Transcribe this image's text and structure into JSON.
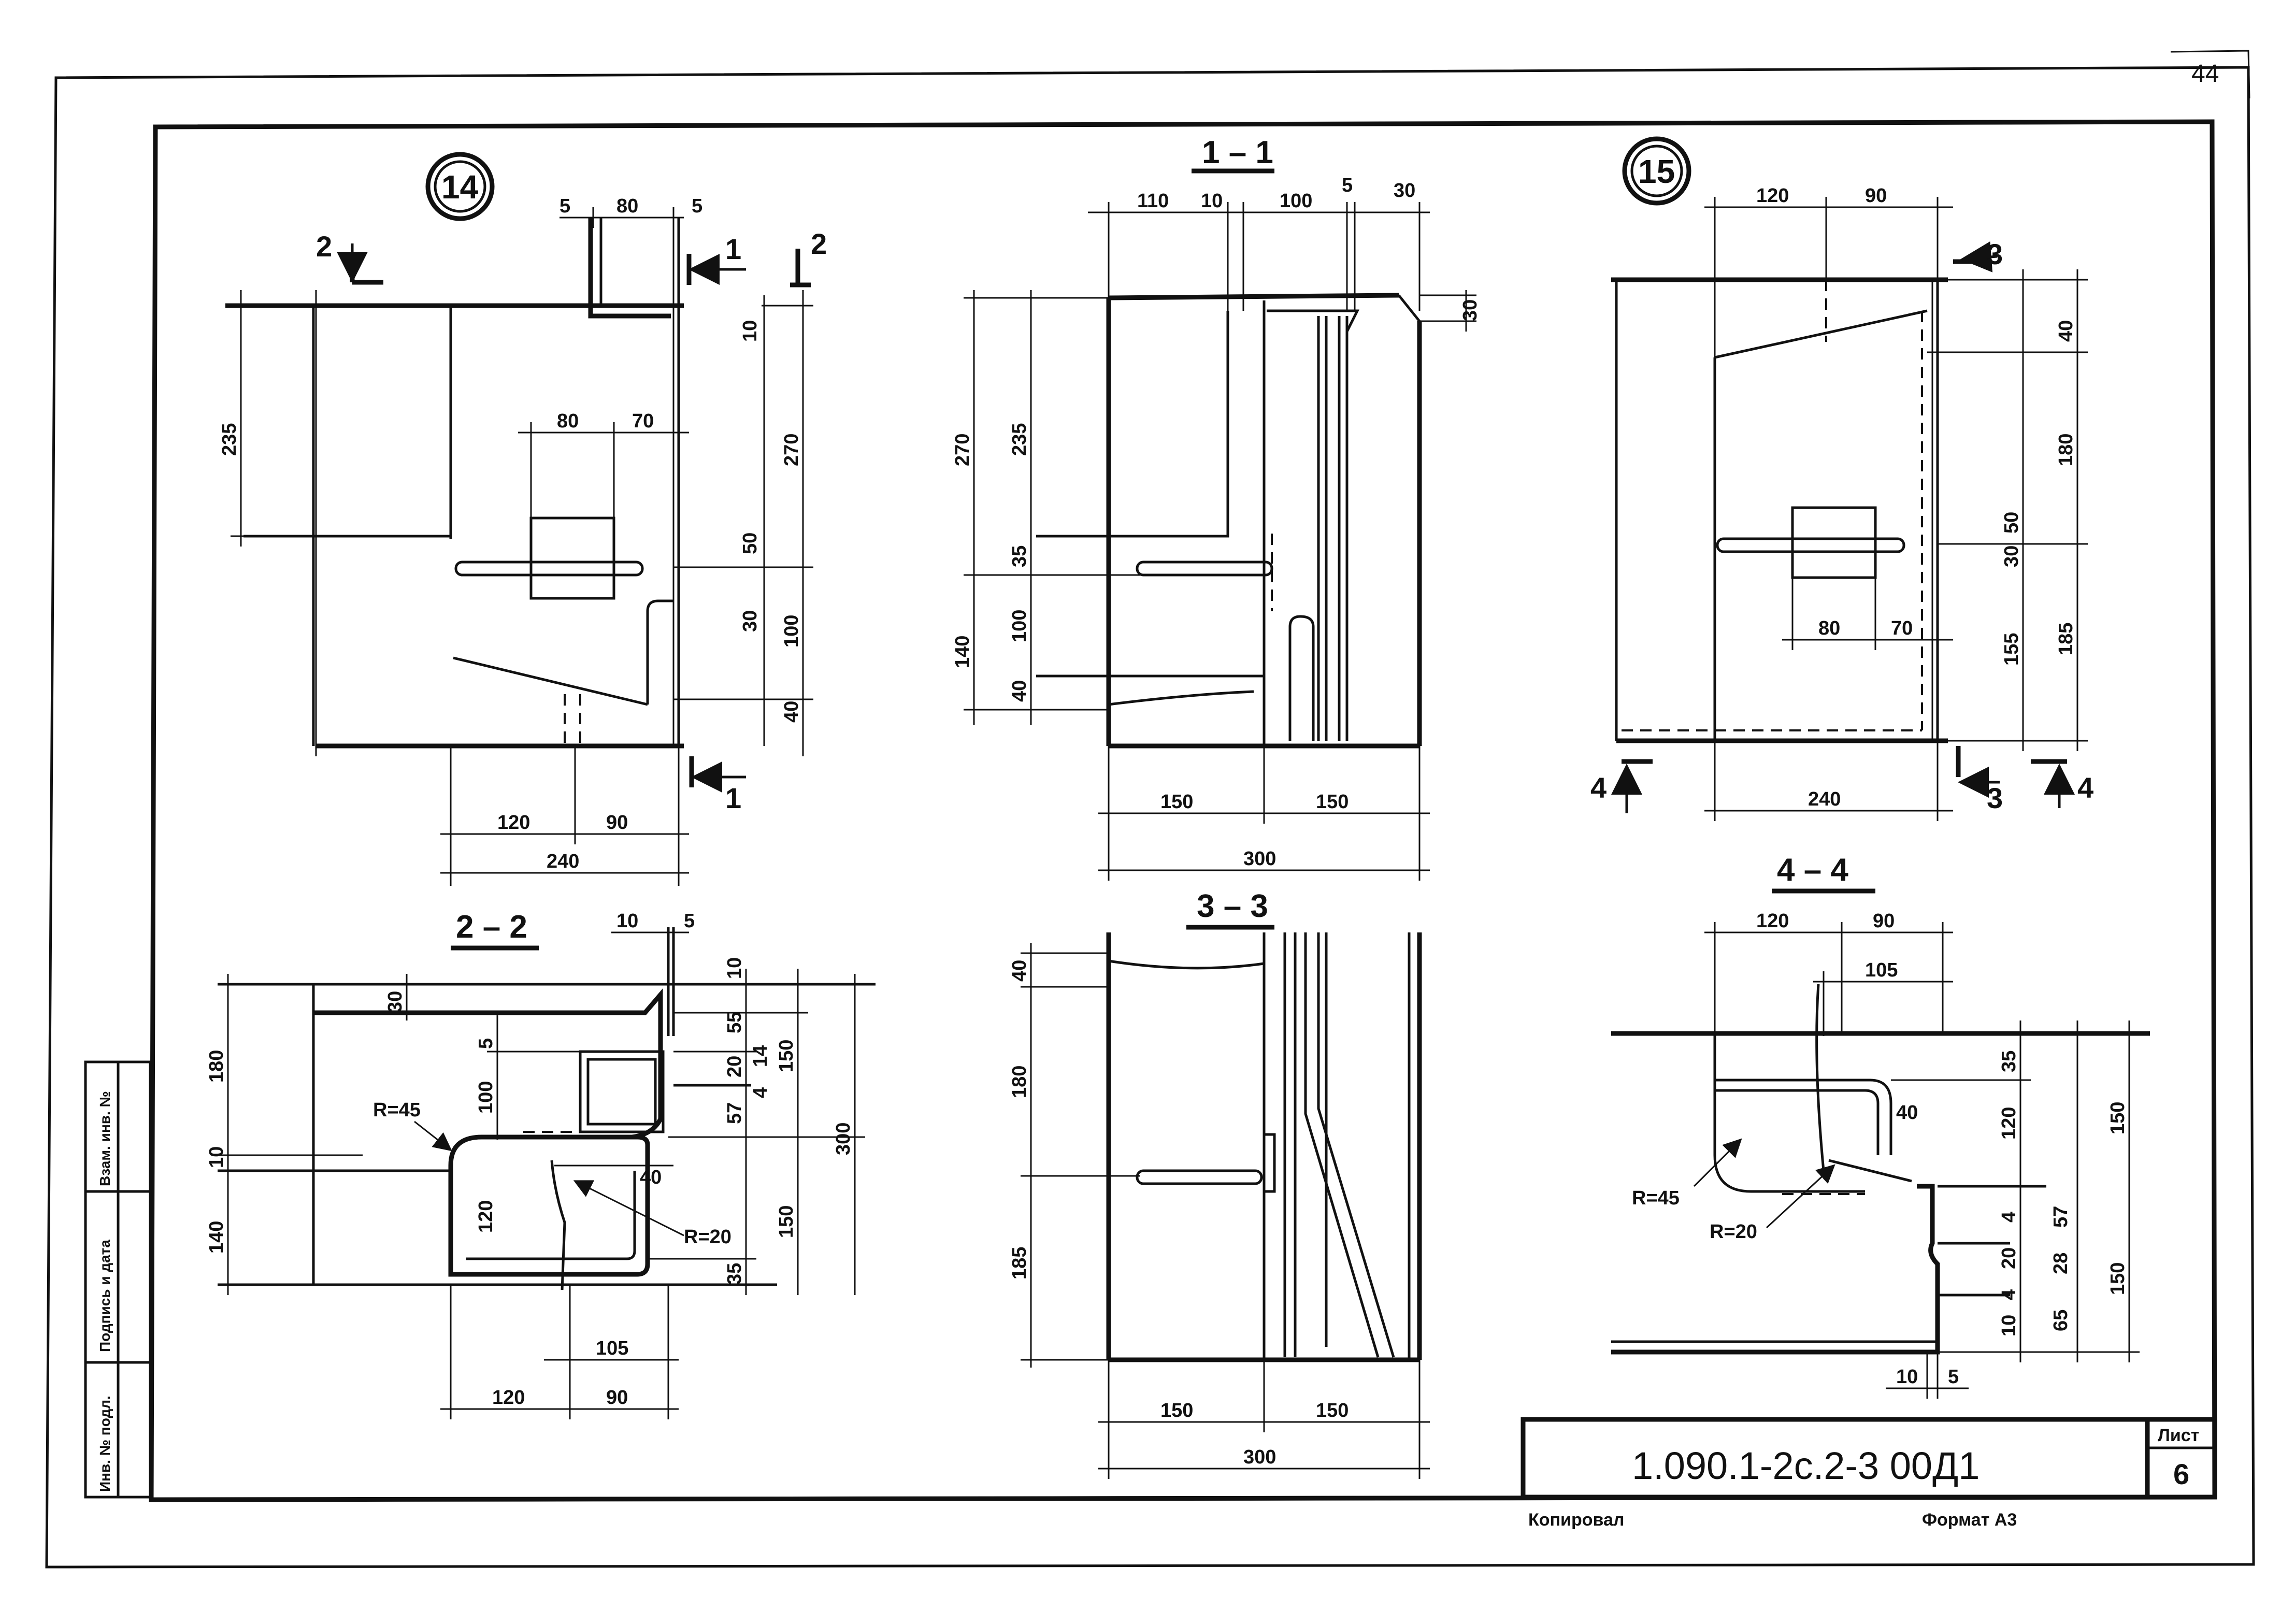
{
  "page_number": "44",
  "drawing_code": "1.090.1-2с.2-3   00Д1",
  "sheet_label": "Лист",
  "sheet_number": "6",
  "copied_label": "Копировал",
  "format_label": "Формат А3",
  "stamp_fields": [
    "Инв. № подл.",
    "Подпись и дата",
    "Взам. инв. №"
  ],
  "views": {
    "node14": {
      "callout": "14",
      "arrow_labels": {
        "cut2": "2",
        "cut1_top": "1",
        "cut2_right": "2",
        "cut1_bottom": "1"
      },
      "dims": {
        "top_5a": "5",
        "top_80": "80",
        "top_5b": "5",
        "h235": "235",
        "h270": "270",
        "h10": "10",
        "mid_80": "80",
        "mid_70": "70",
        "h50": "50",
        "h30": "30",
        "h100": "100",
        "h40": "40",
        "b120": "120",
        "b90": "90",
        "b240": "240"
      }
    },
    "sec11": {
      "title": "1 – 1",
      "dims": {
        "t110": "110",
        "t10": "10",
        "t100": "100",
        "t5": "5",
        "t30": "30",
        "r30": "30",
        "l270": "270",
        "l235": "235",
        "l35": "35",
        "l140": "140",
        "l100": "100",
        "l40": "40",
        "b150a": "150",
        "b150b": "150",
        "b300": "300"
      }
    },
    "node15": {
      "callout": "15",
      "arrow_labels": {
        "cut3_top": "3",
        "cut4_left": "4",
        "cut3_bottom": "3",
        "cut4_right": "4"
      },
      "dims": {
        "t120": "120",
        "t90": "90",
        "r40": "40",
        "r180": "180",
        "r50": "50",
        "r30": "30",
        "m80": "80",
        "m70": "70",
        "r155": "155",
        "r185": "185",
        "b240": "240"
      }
    },
    "sec22": {
      "title": "2 – 2",
      "dims": {
        "t10": "10",
        "t5": "5",
        "l180": "180",
        "l10": "10",
        "l140": "140",
        "i30": "30",
        "i5": "5",
        "i100": "100",
        "i120": "120",
        "i40": "40",
        "radius45": "R=45",
        "radius20": "R=20",
        "r10": "10",
        "r55": "55",
        "r20": "20",
        "r14": "14",
        "r4": "4",
        "r57": "57",
        "r150a": "150",
        "r150b": "150",
        "r300": "300",
        "r35": "35",
        "b105": "105",
        "b120": "120",
        "b90": "90"
      }
    },
    "sec33": {
      "title": "3 – 3",
      "dims": {
        "l40": "40",
        "l180": "180",
        "l185": "185",
        "b150a": "150",
        "b150b": "150",
        "b300": "300"
      }
    },
    "sec44": {
      "title": "4 – 4",
      "dims": {
        "t120": "120",
        "t90": "90",
        "t105": "105",
        "r35": "35",
        "r120": "120",
        "r150a": "150",
        "r40": "40",
        "radius45": "R=45",
        "radius20": "R=20",
        "r4a": "4",
        "r57": "57",
        "r20": "20",
        "r28": "28",
        "r4b": "4",
        "r10": "10",
        "r65": "65",
        "r150b": "150",
        "b10": "10",
        "b5": "5"
      }
    }
  }
}
